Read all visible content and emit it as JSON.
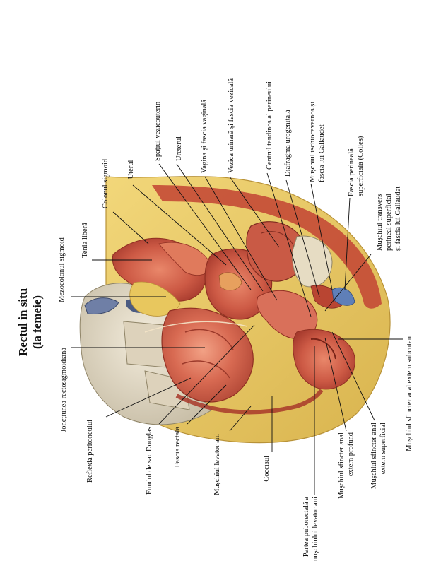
{
  "title": "Rectul in situ",
  "subtitle": "(la femeie)",
  "labels": {
    "jonctiunea": "Joncțiunea rectosigmoidiană",
    "mezocolonul": "Mezocolonul sigmoid",
    "tenia": "Tenia liberă",
    "colonul": "Colonul sigmoid",
    "uterul": "Uterul",
    "spatiul": "Spațiul vezicouterin",
    "ureterul": "Ureterul",
    "vagina": "Vagina și fascia vaginală",
    "vezica": "Vezica urinară și fascia vezicală",
    "centrul": "Centrul tendinos al perineului",
    "diafragma": "Diafragma urogenitală",
    "ischio1": "Mușchiul ischiocavernos și",
    "ischio2": "fascia lui Gallaudet",
    "fascia_per1": "Fascia perineală",
    "fascia_per2": "superficială (Colles)",
    "transvers1": "Mușchiul transvers",
    "transvers2": "perineal superficial",
    "transvers3": "și fascia lui Gallaudet",
    "subcutan": "Mușchiul sfincter anal extern subcutan",
    "superficial1": "Mușchiul sfincter anal",
    "superficial2": "extern superficial",
    "profund1": "Mușchiul sfincter anal",
    "profund2": "extern profund",
    "puborectala1": "Partea puborectală a",
    "puborectala2": "mușchiului levator ani",
    "coccisul": "Coccisul",
    "levator": "Mușchiul levator ani",
    "fascia_rectala": "Fascia rectală",
    "fundul": "Fundul de sac Douglas",
    "reflexia": "Reflexia peritoneului"
  }
}
